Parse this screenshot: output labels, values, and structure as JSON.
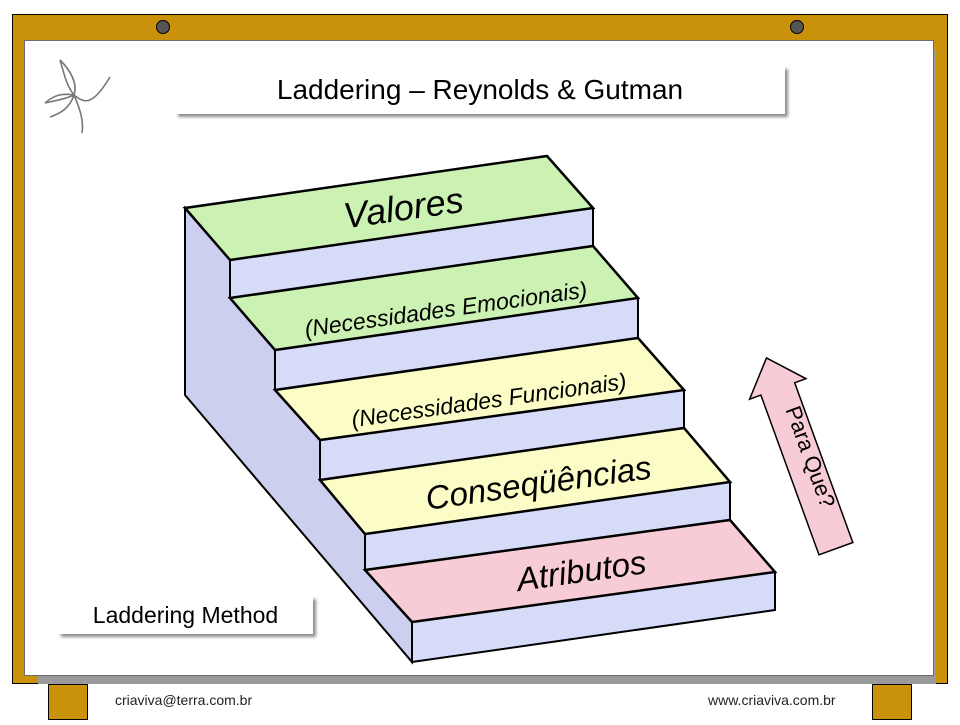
{
  "title": "Laddering – Reynolds & Gutman",
  "caption": "Laddering Method",
  "steps": [
    {
      "label": "Valores",
      "color": "#ccf2b3"
    },
    {
      "label": "(Necessidades Emocionais)",
      "color": "#ccf2b3"
    },
    {
      "label": "(Necessidades Funcionais)",
      "color": "#fcfcc6"
    },
    {
      "label": "Conseqüências",
      "color": "#fcfcc6"
    },
    {
      "label": "Atributos",
      "color": "#f8ccd6"
    }
  ],
  "riser_color": "#d6dcf8",
  "side_color": "#ccd0ee",
  "arrow": {
    "label": "Para Que?",
    "color": "#f8ccd6"
  },
  "footer": {
    "email": "criaviva@terra.com.br",
    "website": "www.criaviva.com.br"
  },
  "colors": {
    "frame": "#c9920a",
    "board": "#ffffff"
  },
  "logo_icon": "bird-icon"
}
